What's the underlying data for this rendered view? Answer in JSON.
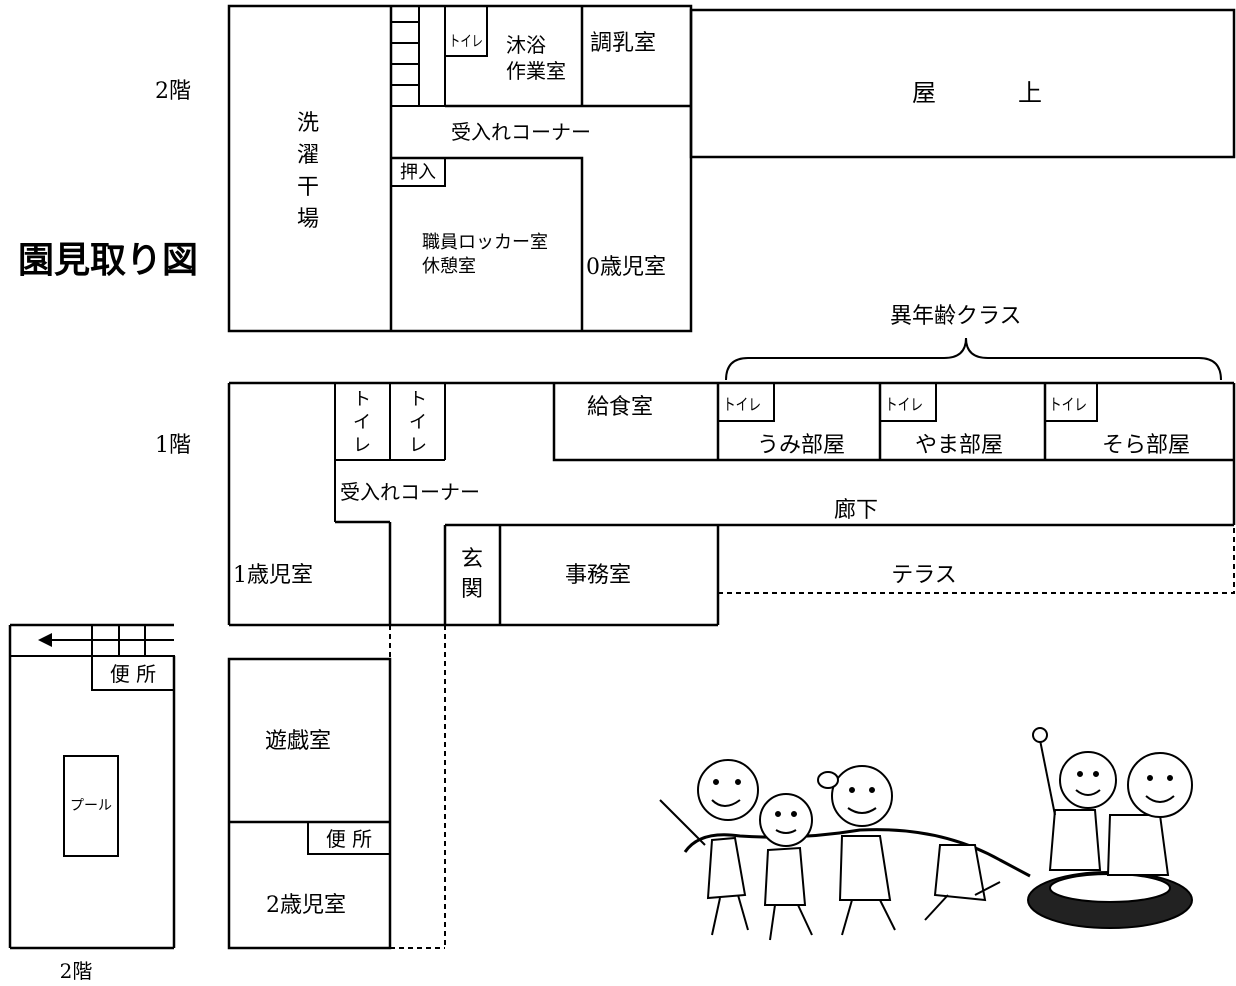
{
  "title": "園見取り図",
  "floor2": {
    "label": "2階",
    "rooms": {
      "laundry": [
        "洗",
        "濯",
        "干",
        "場"
      ],
      "toilet": "トイレ",
      "bath": [
        "沐浴",
        "作業室"
      ],
      "formula": "調乳室",
      "rooftop": [
        "屋",
        "上"
      ],
      "reception": "受入れコーナー",
      "closet": "押入",
      "staff": [
        "職員ロッカー室",
        "休憩室"
      ],
      "age0": "0歳児室"
    }
  },
  "floor1": {
    "label": "1階",
    "mixed_age_label": "異年齢クラス",
    "rooms": {
      "toilet_a": [
        "ト",
        "イ",
        "レ"
      ],
      "toilet_b": [
        "ト",
        "イ",
        "レ"
      ],
      "kitchen": "給食室",
      "umi_toilet": "トイレ",
      "umi": "うみ部屋",
      "yama_toilet": "トイレ",
      "yama": "やま部屋",
      "sora_toilet": "トイレ",
      "sora": "そら部屋",
      "reception": "受入れコーナー",
      "corridor": "廊下",
      "age1": "1歳児室",
      "entrance": [
        "玄",
        "関"
      ],
      "office": "事務室",
      "terrace": "テラス"
    }
  },
  "annex": {
    "playroom": "遊戯室",
    "restroom": "便 所",
    "age2": "2歳児室"
  },
  "pool_area": {
    "restroom": "便 所",
    "pool": "プール",
    "floor_label": "2階"
  }
}
